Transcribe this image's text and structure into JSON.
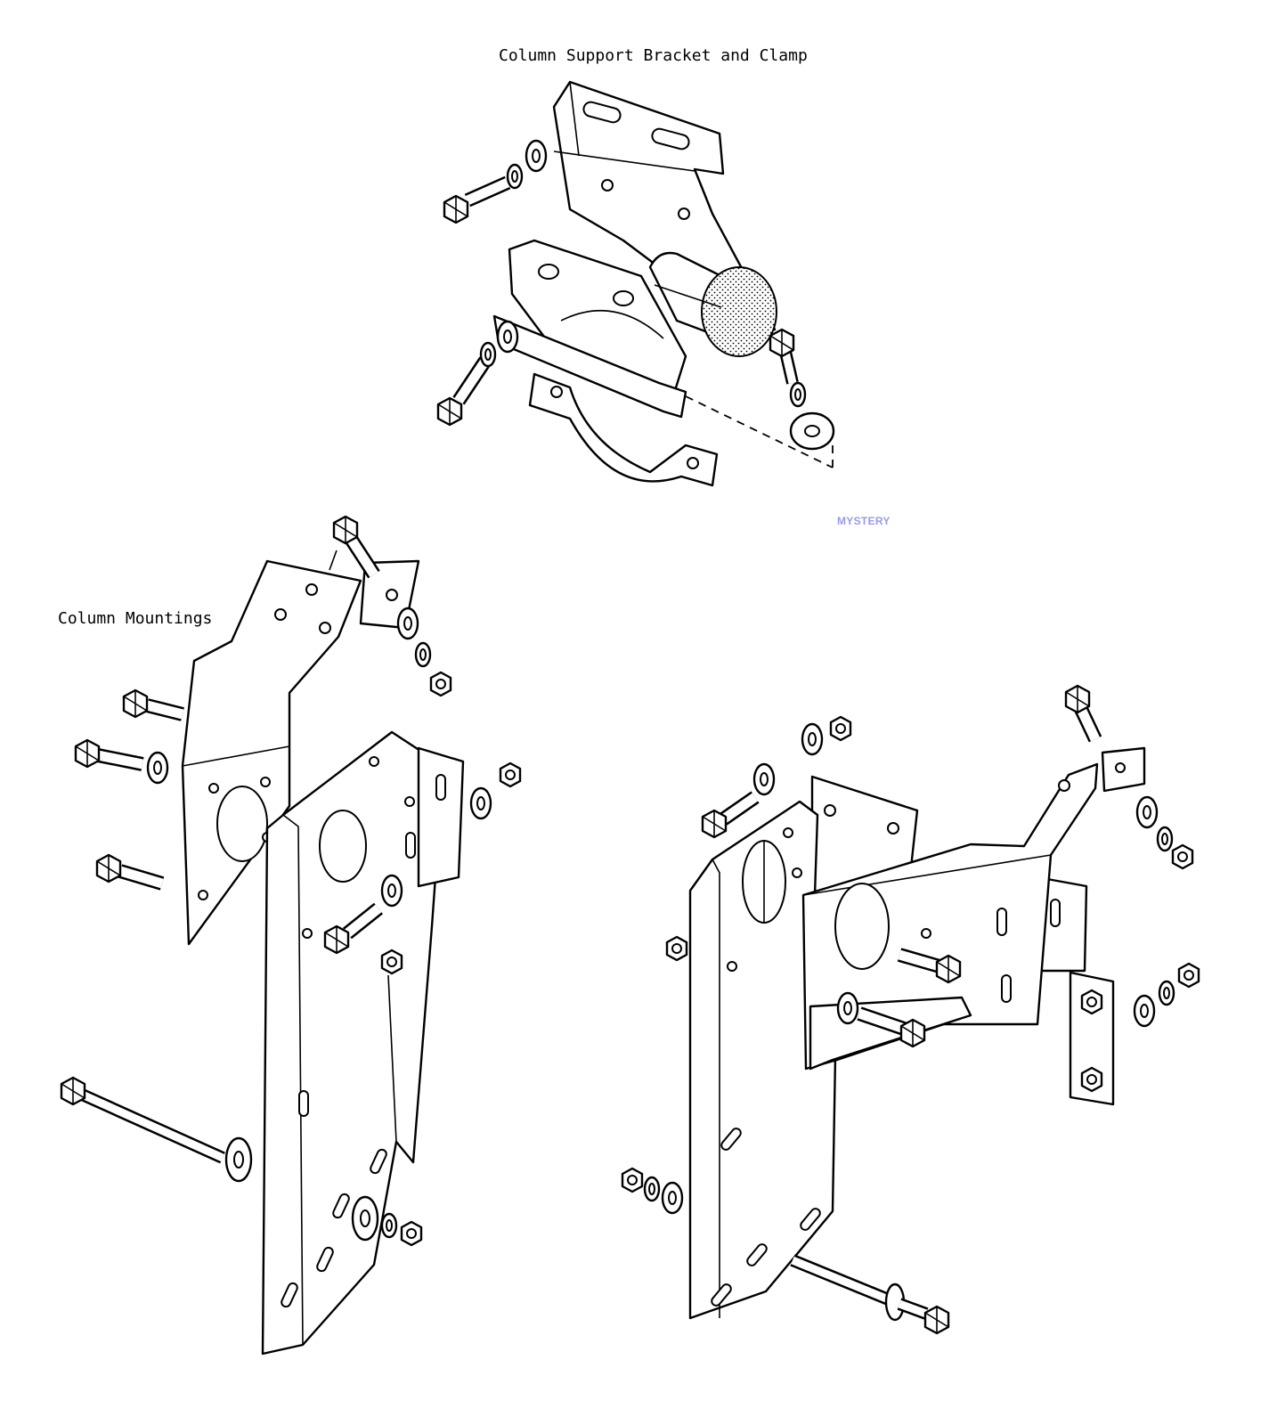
{
  "figure": {
    "title_top": "Column Support Bracket and Clamp",
    "title_left": "Column Mountings",
    "watermark": "MYSTERY"
  },
  "colors": {
    "ink": "#000000",
    "paper": "#ffffff",
    "watermark": "#9a9ae6"
  }
}
